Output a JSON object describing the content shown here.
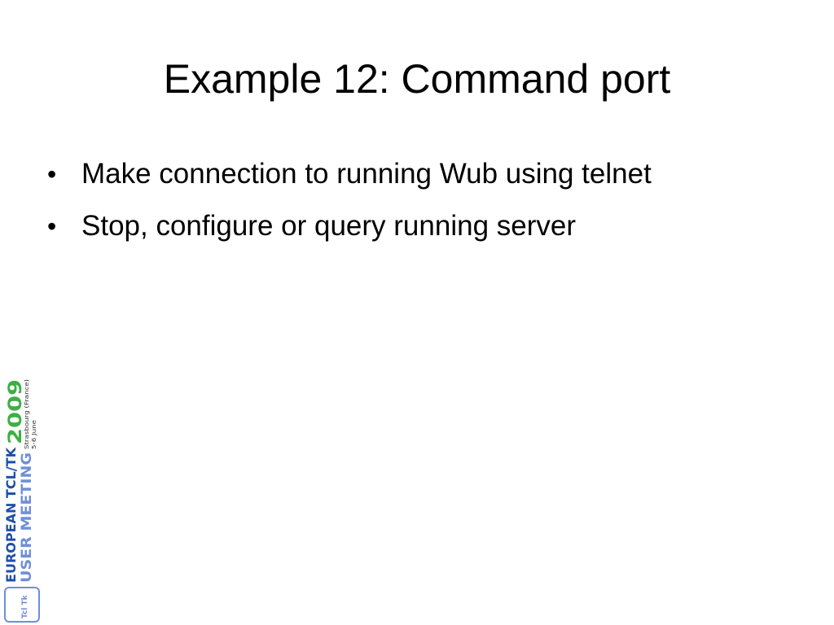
{
  "slide": {
    "title": "Example 12: Command port",
    "bullets": [
      "Make connection to running Wub using telnet",
      "Stop, configure or query running server"
    ],
    "bullet_glyph": "•"
  },
  "logo": {
    "line1": "EUROPEAN TCL/TK",
    "line2": "USER MEETING",
    "year": "2009",
    "place": "Strasbourg (France)",
    "dates": "5-6 June",
    "badge": "Tcl Tk",
    "colors": {
      "blue": "#1e4fa8",
      "light_blue": "#6f8fd8",
      "green": "#3cb043"
    }
  }
}
